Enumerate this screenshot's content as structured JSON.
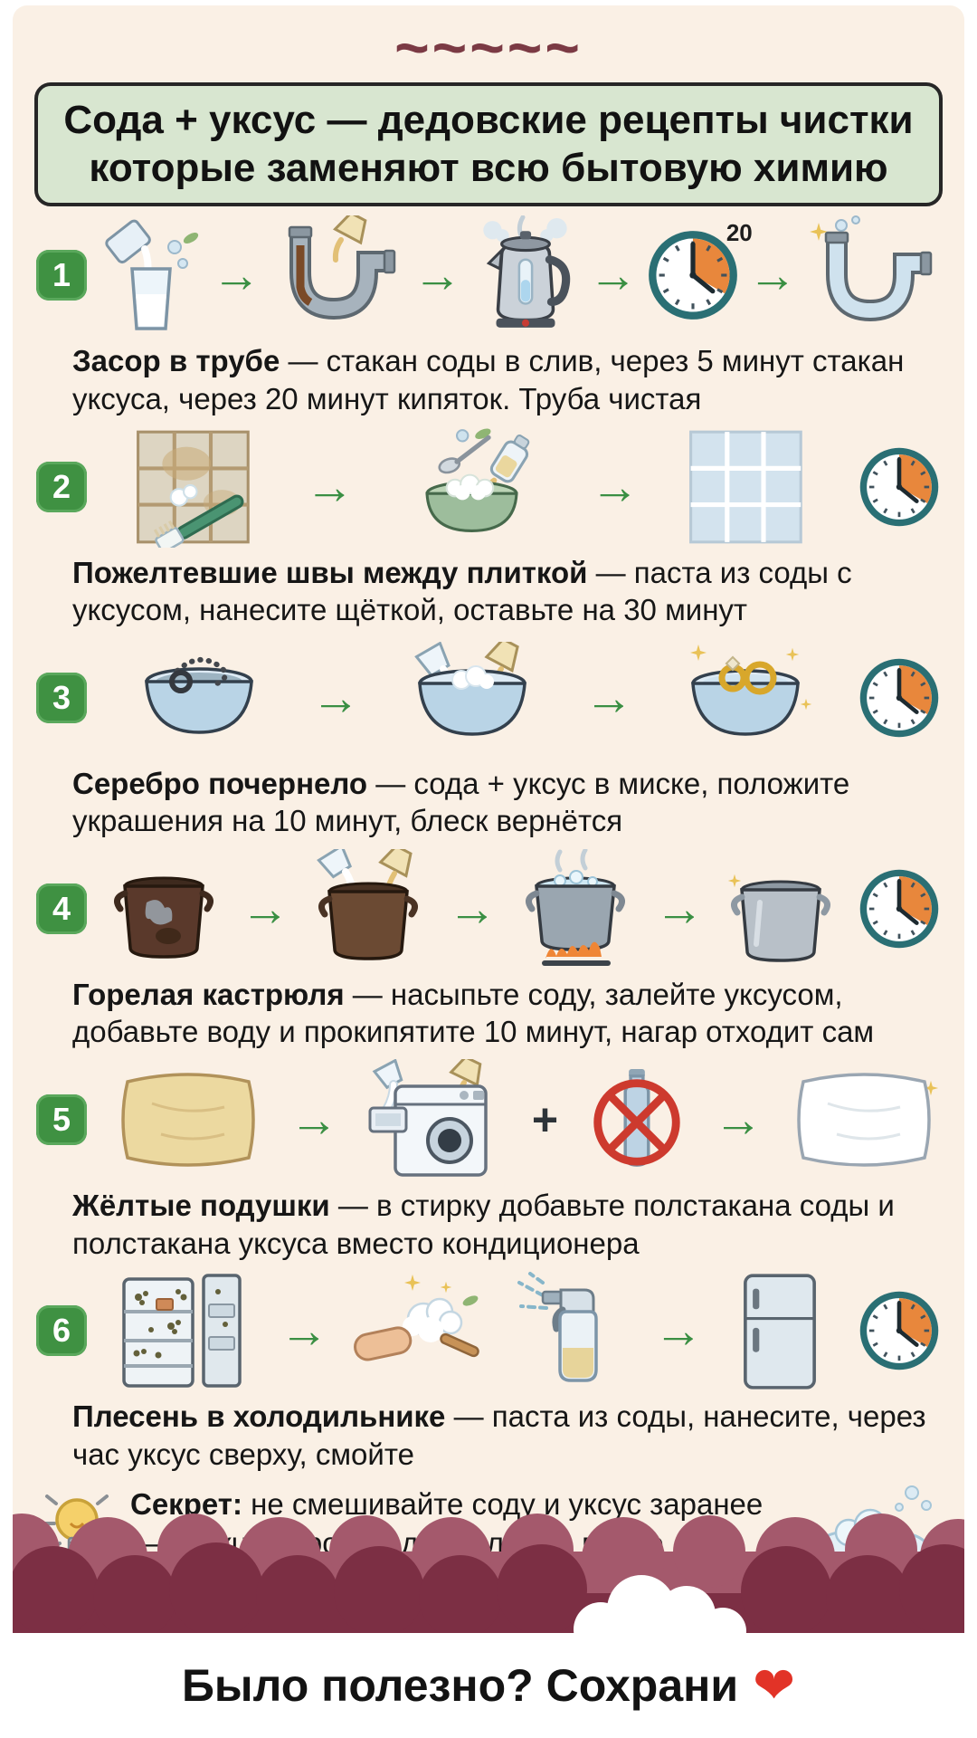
{
  "header": {
    "decoration": "~~~~~",
    "title_line1": "Сода + уксус — дедовские рецепты чистки",
    "title_line2": "которые заменяют всю бытовую химию"
  },
  "steps": [
    {
      "number": "1",
      "title": "Засор в трубе",
      "text": "— стакан соды в слив, через 5 минут стакан уксуса, через 20 минут кипяток. Труба чистая",
      "clock_label": "20"
    },
    {
      "number": "2",
      "title": "Пожелтевшие швы между плиткой",
      "text": "— паста из соды с уксусом, нанесите щёткой, оставьте на 30 минут"
    },
    {
      "number": "3",
      "title": "Серебро почернело",
      "text": "— сода + уксус в миске, положите украшения на 10 минут, блеск вернётся"
    },
    {
      "number": "4",
      "title": "Горелая кастрюля",
      "text": "— насыпьте соду, залейте уксусом, добавьте воду и прокипятите 10 минут, нагар отходит сам"
    },
    {
      "number": "5",
      "title": "Жёлтые подушки",
      "text": "— в стирку добавьте полстакана соды и полстакана уксуса вместо кондиционера"
    },
    {
      "number": "6",
      "title": "Плесень в холодильнике",
      "text": "— паста из соды, нанесите, через час уксус сверху, смойте"
    }
  ],
  "tip": {
    "title": "Секрет:",
    "text": "не смешивайте соду и уксус заранее — реакция происходит только в месте нанесения, иначе вся сила уходит в воздух"
  },
  "footer": {
    "text": "Было полезно? Сохрани",
    "heart": "❤"
  },
  "icons": {
    "arrow": "→",
    "plus": "+"
  },
  "colors": {
    "panel_bg": "#faf0e5",
    "title_box_bg": "#d8e6d0",
    "badge_green": "#3f9142",
    "arrow_green": "#3a8f43",
    "maroon_front": "#7c2f44",
    "maroon_back": "#a4596c",
    "clock_ring": "#2a6f74",
    "clock_wedge": "#e8873c",
    "heart_red": "#e23327"
  }
}
